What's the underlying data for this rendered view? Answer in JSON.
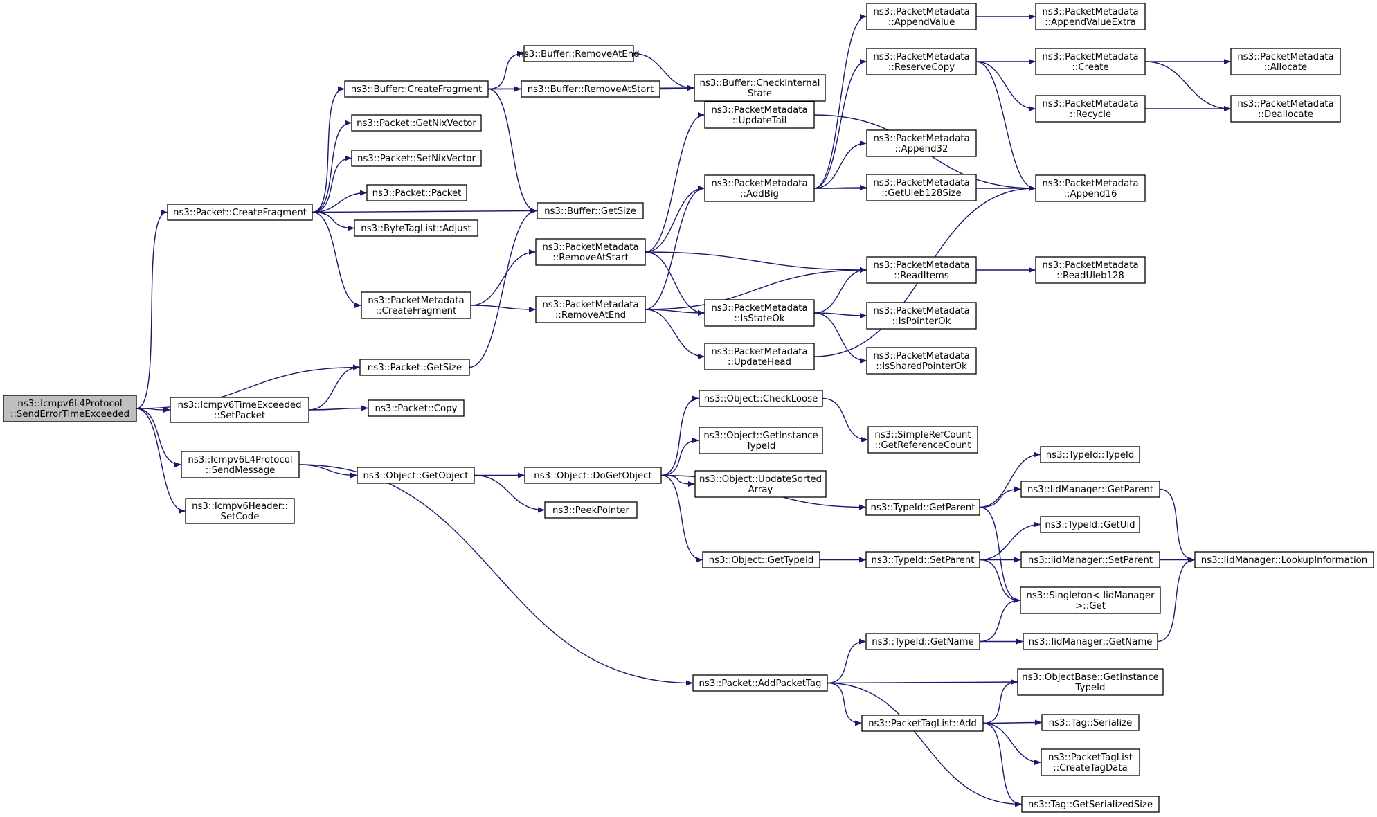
{
  "diagram": {
    "type": "call-graph",
    "colors": {
      "edge": "#191970",
      "node_border": "#000000",
      "node_fill": "#ffffff",
      "root_fill": "#bfbfbf"
    },
    "nodes": [
      {
        "id": "root",
        "lines": [
          "ns3::Icmpv6L4Protocol",
          "::SendErrorTimeExceeded"
        ],
        "root": true
      },
      {
        "id": "pkt_createfrag",
        "lines": [
          "ns3::Packet::CreateFragment"
        ]
      },
      {
        "id": "pkt_getsize",
        "lines": [
          "ns3::Packet::GetSize"
        ]
      },
      {
        "id": "te_setpacket",
        "lines": [
          "ns3::Icmpv6TimeExceeded",
          "::SetPacket"
        ]
      },
      {
        "id": "sendmessage",
        "lines": [
          "ns3::Icmpv6L4Protocol",
          "::SendMessage"
        ]
      },
      {
        "id": "setcode",
        "lines": [
          "ns3::Icmpv6Header::",
          "SetCode"
        ]
      },
      {
        "id": "buf_createfrag",
        "lines": [
          "ns3::Buffer::CreateFragment"
        ]
      },
      {
        "id": "getnixvector",
        "lines": [
          "ns3::Packet::GetNixVector"
        ]
      },
      {
        "id": "setnixvector",
        "lines": [
          "ns3::Packet::SetNixVector"
        ]
      },
      {
        "id": "pkt_packet",
        "lines": [
          "ns3::Packet::Packet"
        ]
      },
      {
        "id": "bytetag_adjust",
        "lines": [
          "ns3::ByteTagList::Adjust"
        ]
      },
      {
        "id": "pm_createfrag",
        "lines": [
          "ns3::PacketMetadata",
          "::CreateFragment"
        ]
      },
      {
        "id": "pkt_copy",
        "lines": [
          "ns3::Packet::Copy"
        ]
      },
      {
        "id": "obj_getobject",
        "lines": [
          "ns3::Object::GetObject"
        ]
      },
      {
        "id": "addpackettag",
        "lines": [
          "ns3::Packet::AddPacketTag"
        ]
      },
      {
        "id": "buf_removeatend",
        "lines": [
          "ns3::Buffer::RemoveAtEnd"
        ]
      },
      {
        "id": "buf_removeatstart",
        "lines": [
          "ns3::Buffer::RemoveAtStart"
        ]
      },
      {
        "id": "buf_getsize",
        "lines": [
          "ns3::Buffer::GetSize"
        ]
      },
      {
        "id": "buf_checkinternal",
        "lines": [
          "ns3::Buffer::CheckInternal",
          "State"
        ]
      },
      {
        "id": "pm_removeatstart",
        "lines": [
          "ns3::PacketMetadata",
          "::RemoveAtStart"
        ]
      },
      {
        "id": "pm_removeatend",
        "lines": [
          "ns3::PacketMetadata",
          "::RemoveAtEnd"
        ]
      },
      {
        "id": "pm_updatetail",
        "lines": [
          "ns3::PacketMetadata",
          "::UpdateTail"
        ]
      },
      {
        "id": "pm_addbig",
        "lines": [
          "ns3::PacketMetadata",
          "::AddBig"
        ]
      },
      {
        "id": "pm_isstateok",
        "lines": [
          "ns3::PacketMetadata",
          "::IsStateOk"
        ]
      },
      {
        "id": "pm_updatehead",
        "lines": [
          "ns3::PacketMetadata",
          "::UpdateHead"
        ]
      },
      {
        "id": "pm_appendvalue",
        "lines": [
          "ns3::PacketMetadata",
          "::AppendValue"
        ]
      },
      {
        "id": "pm_reservecopy",
        "lines": [
          "ns3::PacketMetadata",
          "::ReserveCopy"
        ]
      },
      {
        "id": "pm_append32",
        "lines": [
          "ns3::PacketMetadata",
          "::Append32"
        ]
      },
      {
        "id": "pm_getuleb128size",
        "lines": [
          "ns3::PacketMetadata",
          "::GetUleb128Size"
        ]
      },
      {
        "id": "pm_readitems",
        "lines": [
          "ns3::PacketMetadata",
          "::ReadItems"
        ]
      },
      {
        "id": "pm_ispointerok",
        "lines": [
          "ns3::PacketMetadata",
          "::IsPointerOk"
        ]
      },
      {
        "id": "pm_issharedpointerok",
        "lines": [
          "ns3::PacketMetadata",
          "::IsSharedPointerOk"
        ]
      },
      {
        "id": "pm_appendvalueextra",
        "lines": [
          "ns3::PacketMetadata",
          "::AppendValueExtra"
        ]
      },
      {
        "id": "pm_create",
        "lines": [
          "ns3::PacketMetadata",
          "::Create"
        ]
      },
      {
        "id": "pm_recycle",
        "lines": [
          "ns3::PacketMetadata",
          "::Recycle"
        ]
      },
      {
        "id": "pm_append16",
        "lines": [
          "ns3::PacketMetadata",
          "::Append16"
        ]
      },
      {
        "id": "pm_readuleb128",
        "lines": [
          "ns3::PacketMetadata",
          "::ReadUleb128"
        ]
      },
      {
        "id": "pm_allocate",
        "lines": [
          "ns3::PacketMetadata",
          "::Allocate"
        ]
      },
      {
        "id": "pm_deallocate",
        "lines": [
          "ns3::PacketMetadata",
          "::Deallocate"
        ]
      },
      {
        "id": "obj_dogetobject",
        "lines": [
          "ns3::Object::DoGetObject"
        ]
      },
      {
        "id": "peekpointer",
        "lines": [
          "ns3::PeekPointer"
        ]
      },
      {
        "id": "obj_checkloose",
        "lines": [
          "ns3::Object::CheckLoose"
        ]
      },
      {
        "id": "obj_getinstancetypeid",
        "lines": [
          "ns3::Object::GetInstance",
          "TypeId"
        ]
      },
      {
        "id": "obj_updatesorted",
        "lines": [
          "ns3::Object::UpdateSorted",
          "Array"
        ]
      },
      {
        "id": "obj_gettypeid",
        "lines": [
          "ns3::Object::GetTypeId"
        ]
      },
      {
        "id": "simplerefcount",
        "lines": [
          "ns3::SimpleRefCount",
          "::GetReferenceCount"
        ]
      },
      {
        "id": "typeid_getparent",
        "lines": [
          "ns3::TypeId::GetParent"
        ]
      },
      {
        "id": "typeid_setparent",
        "lines": [
          "ns3::TypeId::SetParent"
        ]
      },
      {
        "id": "typeid_getname",
        "lines": [
          "ns3::TypeId::GetName"
        ]
      },
      {
        "id": "packettaglist_add",
        "lines": [
          "ns3::PacketTagList::Add"
        ]
      },
      {
        "id": "typeid_typeid",
        "lines": [
          "ns3::TypeId::TypeId"
        ]
      },
      {
        "id": "iid_getparent",
        "lines": [
          "ns3::IidManager::GetParent"
        ]
      },
      {
        "id": "typeid_getuid",
        "lines": [
          "ns3::TypeId::GetUid"
        ]
      },
      {
        "id": "iid_setparent",
        "lines": [
          "ns3::IidManager::SetParent"
        ]
      },
      {
        "id": "singleton_get",
        "lines": [
          "ns3::Singleton< IidManager",
          " >::Get"
        ]
      },
      {
        "id": "iid_getname",
        "lines": [
          "ns3::IidManager::GetName"
        ]
      },
      {
        "id": "objectbase_getinstance",
        "lines": [
          "ns3::ObjectBase::GetInstance",
          "TypeId"
        ]
      },
      {
        "id": "tag_serialize",
        "lines": [
          "ns3::Tag::Serialize"
        ]
      },
      {
        "id": "ptl_createtagdata",
        "lines": [
          "ns3::PacketTagList",
          "::CreateTagData"
        ]
      },
      {
        "id": "tag_getserializedsize",
        "lines": [
          "ns3::Tag::GetSerializedSize"
        ]
      },
      {
        "id": "iid_lookupinfo",
        "lines": [
          "ns3::IidManager::LookupInformation"
        ]
      }
    ],
    "edges": [
      [
        "root",
        "pkt_createfrag"
      ],
      [
        "root",
        "pkt_getsize"
      ],
      [
        "root",
        "te_setpacket"
      ],
      [
        "root",
        "sendmessage"
      ],
      [
        "root",
        "setcode"
      ],
      [
        "pkt_createfrag",
        "buf_createfrag"
      ],
      [
        "pkt_createfrag",
        "getnixvector"
      ],
      [
        "pkt_createfrag",
        "setnixvector"
      ],
      [
        "pkt_createfrag",
        "pkt_packet"
      ],
      [
        "pkt_createfrag",
        "bytetag_adjust"
      ],
      [
        "pkt_createfrag",
        "buf_getsize"
      ],
      [
        "pkt_createfrag",
        "pm_createfrag"
      ],
      [
        "buf_createfrag",
        "buf_removeatend"
      ],
      [
        "buf_createfrag",
        "buf_removeatstart"
      ],
      [
        "buf_createfrag",
        "buf_checkinternal"
      ],
      [
        "buf_createfrag",
        "buf_getsize"
      ],
      [
        "buf_removeatend",
        "buf_checkinternal"
      ],
      [
        "buf_removeatstart",
        "buf_checkinternal"
      ],
      [
        "pkt_getsize",
        "buf_getsize"
      ],
      [
        "te_setpacket",
        "pkt_getsize"
      ],
      [
        "te_setpacket",
        "pkt_copy"
      ],
      [
        "pm_createfrag",
        "pm_removeatstart"
      ],
      [
        "pm_createfrag",
        "pm_removeatend"
      ],
      [
        "pm_removeatstart",
        "pm_updatetail"
      ],
      [
        "pm_removeatstart",
        "pm_addbig"
      ],
      [
        "pm_removeatstart",
        "pm_readitems"
      ],
      [
        "pm_removeatstart",
        "pm_isstateok"
      ],
      [
        "pm_removeatend",
        "pm_addbig"
      ],
      [
        "pm_removeatend",
        "pm_readitems"
      ],
      [
        "pm_removeatend",
        "pm_isstateok"
      ],
      [
        "pm_removeatend",
        "pm_updatehead"
      ],
      [
        "pm_updatetail",
        "pm_append16"
      ],
      [
        "pm_updatehead",
        "pm_append16"
      ],
      [
        "pm_addbig",
        "pm_appendvalue"
      ],
      [
        "pm_addbig",
        "pm_reservecopy"
      ],
      [
        "pm_addbig",
        "pm_append32"
      ],
      [
        "pm_addbig",
        "pm_getuleb128size"
      ],
      [
        "pm_addbig",
        "pm_append16"
      ],
      [
        "pm_appendvalue",
        "pm_appendvalueextra"
      ],
      [
        "pm_reservecopy",
        "pm_create"
      ],
      [
        "pm_reservecopy",
        "pm_recycle"
      ],
      [
        "pm_reservecopy",
        "pm_append16"
      ],
      [
        "pm_create",
        "pm_allocate"
      ],
      [
        "pm_create",
        "pm_deallocate"
      ],
      [
        "pm_recycle",
        "pm_deallocate"
      ],
      [
        "pm_isstateok",
        "pm_readitems"
      ],
      [
        "pm_isstateok",
        "pm_ispointerok"
      ],
      [
        "pm_isstateok",
        "pm_issharedpointerok"
      ],
      [
        "pm_readitems",
        "pm_readuleb128"
      ],
      [
        "sendmessage",
        "obj_getobject"
      ],
      [
        "sendmessage",
        "addpackettag"
      ],
      [
        "obj_getobject",
        "obj_dogetobject"
      ],
      [
        "obj_getobject",
        "peekpointer"
      ],
      [
        "obj_dogetobject",
        "obj_checkloose"
      ],
      [
        "obj_dogetobject",
        "obj_getinstancetypeid"
      ],
      [
        "obj_dogetobject",
        "obj_updatesorted"
      ],
      [
        "obj_dogetobject",
        "typeid_getparent"
      ],
      [
        "obj_dogetobject",
        "obj_gettypeid"
      ],
      [
        "obj_checkloose",
        "simplerefcount"
      ],
      [
        "obj_gettypeid",
        "typeid_setparent"
      ],
      [
        "typeid_getparent",
        "typeid_typeid"
      ],
      [
        "typeid_getparent",
        "iid_getparent"
      ],
      [
        "typeid_getparent",
        "singleton_get"
      ],
      [
        "typeid_setparent",
        "typeid_getuid"
      ],
      [
        "typeid_setparent",
        "iid_setparent"
      ],
      [
        "typeid_setparent",
        "singleton_get"
      ],
      [
        "iid_getparent",
        "iid_lookupinfo"
      ],
      [
        "iid_setparent",
        "iid_lookupinfo"
      ],
      [
        "iid_getname",
        "iid_lookupinfo"
      ],
      [
        "typeid_getname",
        "singleton_get"
      ],
      [
        "typeid_getname",
        "iid_getname"
      ],
      [
        "addpackettag",
        "typeid_getname"
      ],
      [
        "addpackettag",
        "objectbase_getinstance"
      ],
      [
        "addpackettag",
        "packettaglist_add"
      ],
      [
        "addpackettag",
        "tag_getserializedsize"
      ],
      [
        "packettaglist_add",
        "objectbase_getinstance"
      ],
      [
        "packettaglist_add",
        "tag_serialize"
      ],
      [
        "packettaglist_add",
        "ptl_createtagdata"
      ],
      [
        "packettaglist_add",
        "tag_getserializedsize"
      ]
    ]
  }
}
